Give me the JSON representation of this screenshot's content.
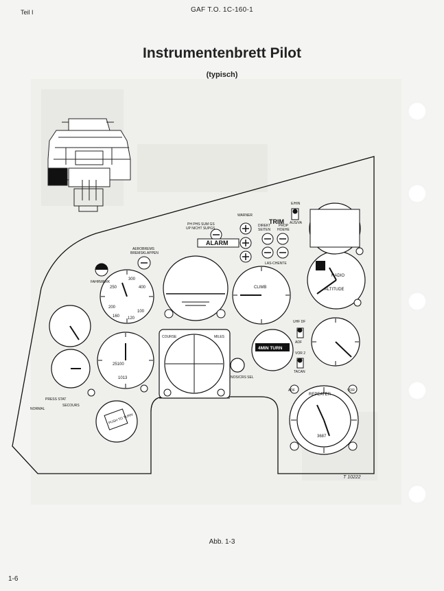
{
  "header": {
    "section": "Teil I",
    "doc_number": "GAF T.O. 1C-160-1"
  },
  "title": "Instrumentenbrett Pilot",
  "subtitle": "(typisch)",
  "labels": {
    "warner": "WARNER",
    "gs_warn": "PH PHS SUM GS",
    "gs_warn2": "UP NICHT SUPGS",
    "trim": "TRIM",
    "trim_left": "DIREKT",
    "trim_left2": "SEITEN",
    "trim_right": "PROP",
    "trim_right2": "HOEHE",
    "trim_bottom": "LAS-CHENTE",
    "eicing": "E/HIN",
    "ausva": "AUS/VA",
    "alarm": "ALARM",
    "aerobrems": "AEROBREMS",
    "brems": "BREMSKLAPPEN",
    "fahrwerk": "FAHRWERK",
    "climb": "CLIMB",
    "turn": "4MIN TURN",
    "altitude": "ALTITUDE",
    "radio": "RADIO",
    "repeater": "REPEATER",
    "press_stat": "PRESS STAT",
    "normal": "NORMAL",
    "secours": "SECOURS",
    "course": "COURSE",
    "miles": "MILES",
    "adf": "ADF",
    "tacan": "TACAN",
    "vor": "VOR",
    "uhf": "UHF DF",
    "vor2": "VOR 2",
    "kt_dial": "1013",
    "alt_dial": "25100",
    "rmi_dial": "3687",
    "airspeed_marks": [
      "250",
      "200",
      "160",
      "120",
      "100",
      "300",
      "400"
    ],
    "push_to_turn": "PUSH TO TURN",
    "nav_sel": "NOS/CRS SEL"
  },
  "ref_number": "T 10222",
  "caption": "Abb. 1-3",
  "page_number": "1-6"
}
